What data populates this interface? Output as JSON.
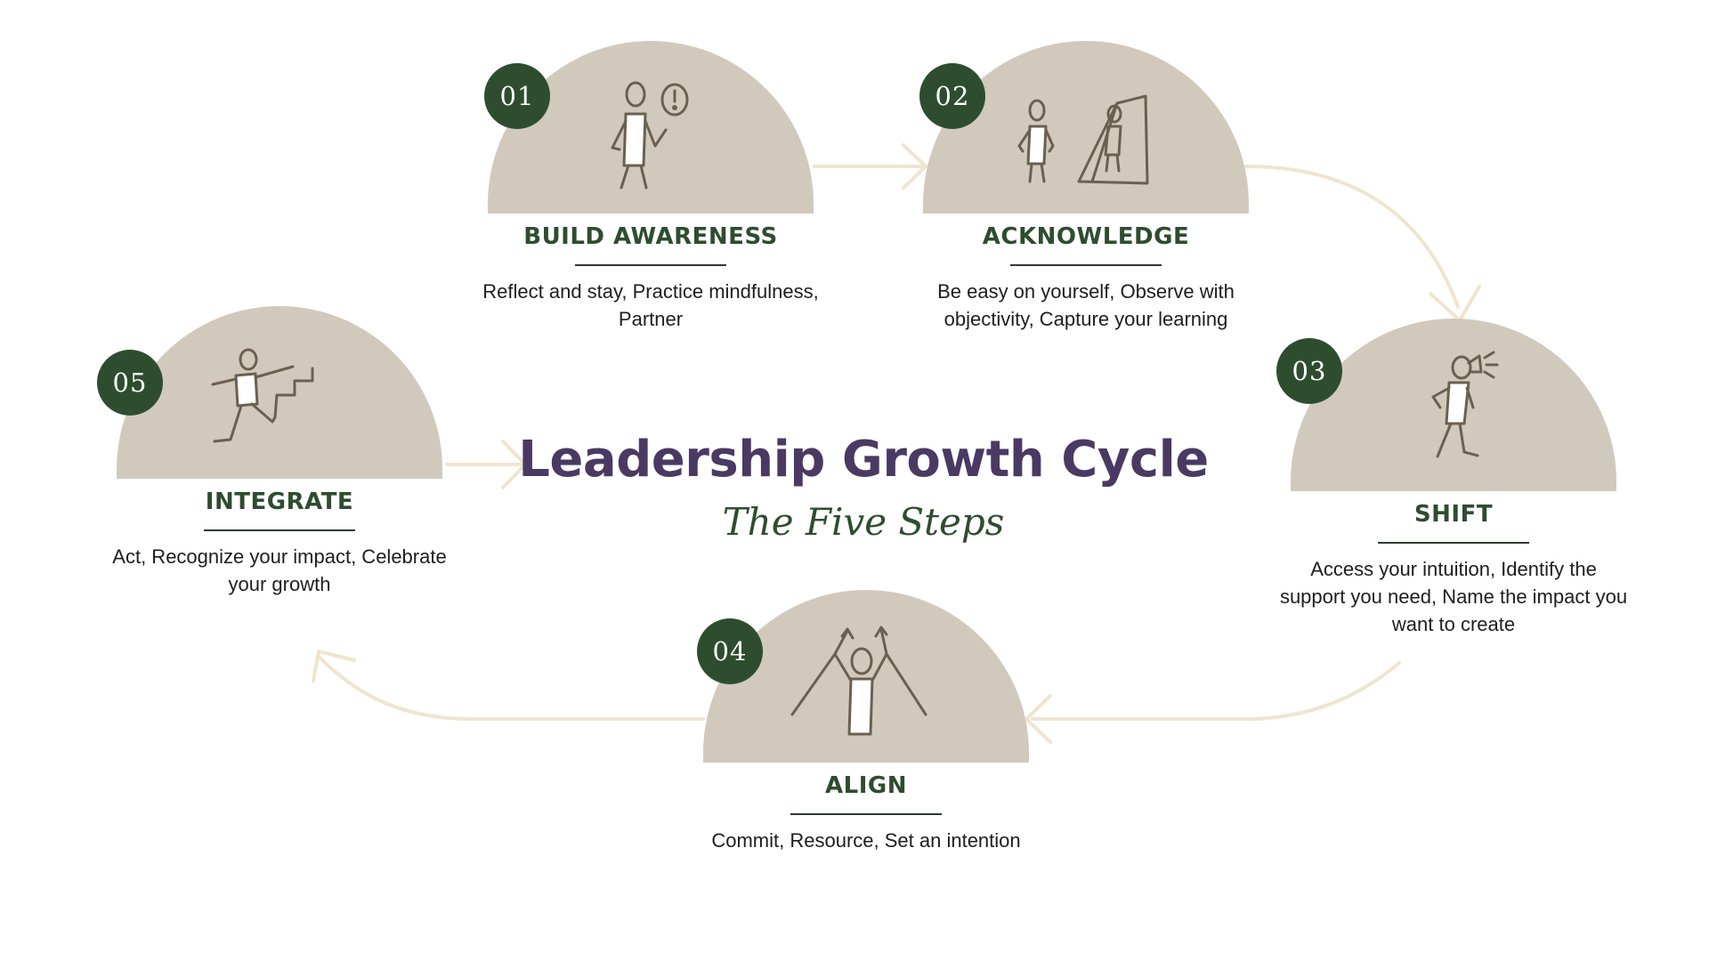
{
  "title": "Leadership Growth Cycle",
  "subtitle": "The Five Steps",
  "colors": {
    "dome": "#d2c9bd",
    "badge": "#2e4d2f",
    "step_title": "#2e4d2f",
    "main_title": "#4a3a63",
    "arrow": "#efe5cf",
    "sketch": "#6b6050"
  },
  "steps": [
    {
      "number": "01",
      "title": "BUILD AWARENESS",
      "description": "Reflect and stay, Practice mindfulness, Partner",
      "icon": "person-with-exclamation-icon"
    },
    {
      "number": "02",
      "title": "ACKNOWLEDGE",
      "description": "Be easy on yourself, Observe with objectivity, Capture your learning",
      "icon": "person-at-mirror-icon"
    },
    {
      "number": "03",
      "title": "SHIFT",
      "description": "Access your intuition, Identify the support you need, Name the impact you want to create",
      "icon": "person-with-megaphone-icon"
    },
    {
      "number": "04",
      "title": "ALIGN",
      "description": "Commit, Resource, Set an intention",
      "icon": "person-arms-raised-icon"
    },
    {
      "number": "05",
      "title": "INTEGRATE",
      "description": "Act, Recognize your impact, Celebrate your growth",
      "icon": "person-climbing-stairs-icon"
    }
  ]
}
